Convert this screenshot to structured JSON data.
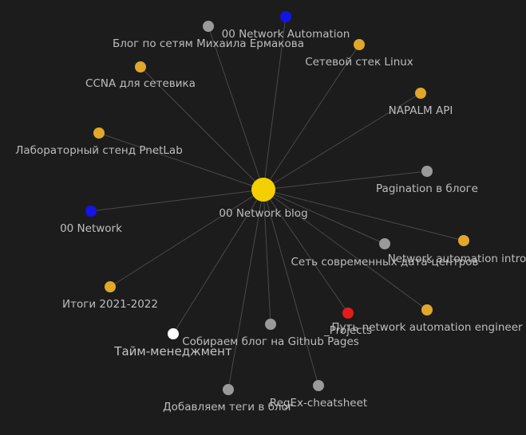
{
  "colors": {
    "background": "#1c1c1c",
    "edge": "#4a4a4a",
    "label": "#bdbdbd",
    "hub": "#f2d000",
    "tag": "#e0a72a",
    "folder": "#1414e6",
    "note": "#9a9a9a",
    "highlight": "#e21b1b",
    "selected": "#ffffff"
  },
  "graph": {
    "hub": {
      "id": "hub",
      "label": "00 Network blog",
      "color": "hub"
    },
    "nodes": [
      {
        "id": "n-automation",
        "label": "00 Network Automation",
        "color": "folder"
      },
      {
        "id": "n-ermakov",
        "label": "Блог по сетям Михаила Ермакова",
        "color": "note"
      },
      {
        "id": "n-linux",
        "label": "Сетевой стек Linux",
        "color": "tag"
      },
      {
        "id": "n-ccna",
        "label": "CCNA для сетевика",
        "color": "tag"
      },
      {
        "id": "n-napalm",
        "label": "NAPALM API",
        "color": "tag"
      },
      {
        "id": "n-pnetlab",
        "label": "Лабораторный стенд PnetLab",
        "color": "tag"
      },
      {
        "id": "n-pagination",
        "label": "Pagination в блоге",
        "color": "note"
      },
      {
        "id": "n-network",
        "label": "00 Network",
        "color": "folder"
      },
      {
        "id": "n-automation-intro",
        "label": "Network automation introdu",
        "color": "tag"
      },
      {
        "id": "n-datacenters",
        "label": "Сеть современных дата-центров",
        "color": "note"
      },
      {
        "id": "n-itogi",
        "label": "Итоги 2021-2022",
        "color": "tag"
      },
      {
        "id": "n-path",
        "label": "Путь network automation engineer",
        "color": "tag"
      },
      {
        "id": "n-projects",
        "label": "_Projects",
        "color": "highlight"
      },
      {
        "id": "n-time",
        "label": "Тайм-менеджмент",
        "color": "selected"
      },
      {
        "id": "n-github",
        "label": "Собираем блог на Github Pages",
        "color": "note"
      },
      {
        "id": "n-regex",
        "label": "RegEx-cheatsheet",
        "color": "note"
      },
      {
        "id": "n-tags",
        "label": "Добавляем теги в блог",
        "color": "note"
      }
    ]
  }
}
